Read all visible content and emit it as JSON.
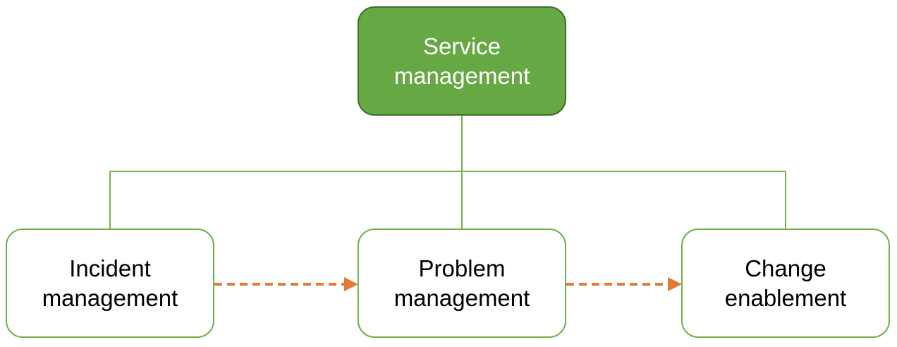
{
  "diagram": {
    "root": {
      "label": "Service\nmanagement"
    },
    "children": [
      {
        "label": "Incident\nmanagement"
      },
      {
        "label": "Problem\nmanagement"
      },
      {
        "label": "Change\nenablement"
      }
    ],
    "colors": {
      "root_fill": "#66a844",
      "root_border": "#3e6e27",
      "node_border": "#6fb14c",
      "connector": "#6fb14c",
      "flow_arrow": "#e07b39"
    }
  }
}
